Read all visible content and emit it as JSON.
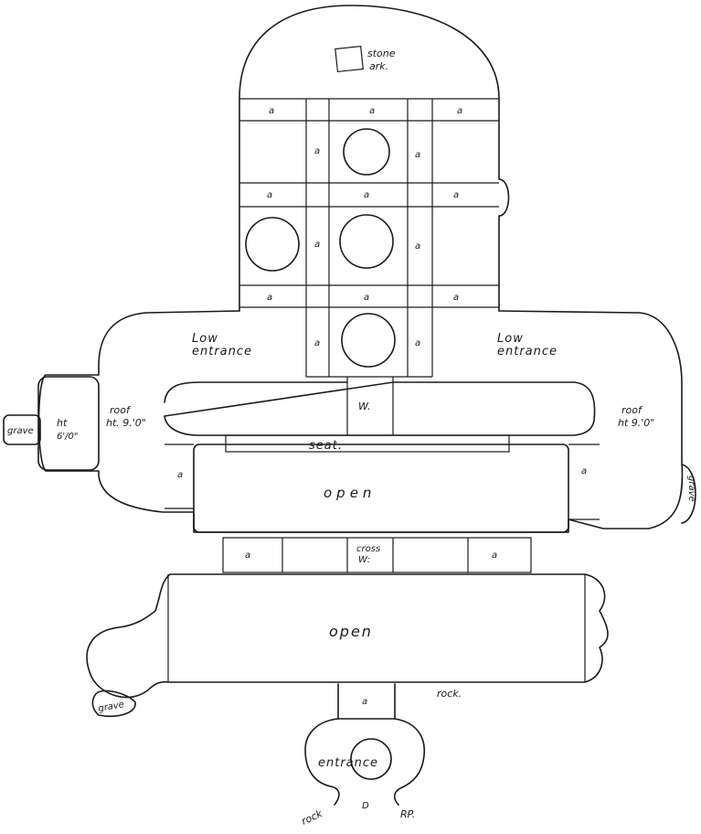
{
  "labels": {
    "stone_ark_1": "stone",
    "stone_ark_2": "ark.",
    "aisle": "a",
    "low_entrance_word_1": "Low",
    "low_entrance_word_2": "entrance",
    "low_entrance_right_1": "Low",
    "low_entrance_right_2": "entrance",
    "roof_left_1": "roof",
    "roof_left_2": "ht. 9.'0\"",
    "roof_right_1": "roof",
    "roof_right_2": "ht 9.'0\"",
    "ht_1": "ht",
    "ht_2": "6'/0\"",
    "grave": "grave",
    "w": "W.",
    "seat": "seat.",
    "open": "open",
    "cross_1": "cross",
    "cross_2": "W:",
    "rock": "rock.",
    "rock_left": "rock",
    "rock_right": "RP.",
    "entrance": "entrance",
    "door": "D"
  }
}
